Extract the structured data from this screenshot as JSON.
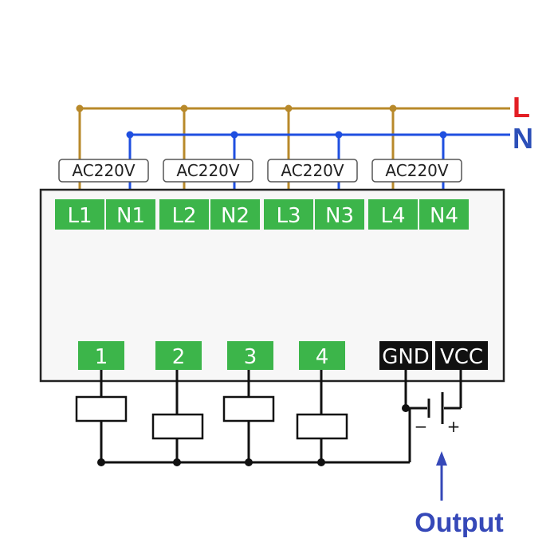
{
  "colors": {
    "live": "#B8892A",
    "neutral": "#1F4FE0",
    "terminal_green": "#3CB54A",
    "terminal_black": "#111111",
    "label_L": "#E31E24",
    "label_N": "#2C4FB8",
    "output": "#3548B8"
  },
  "bus_labels": {
    "L": "L",
    "N": "N"
  },
  "supply_labels": [
    "AC220V",
    "AC220V",
    "AC220V",
    "AC220V"
  ],
  "top_terminals": [
    "L1",
    "N1",
    "L2",
    "N2",
    "L3",
    "N3",
    "L4",
    "N4"
  ],
  "output_terminals": [
    "1",
    "2",
    "3",
    "4"
  ],
  "power_terminals": [
    "GND",
    "VCC"
  ],
  "polarity": {
    "minus": "−",
    "plus": "+"
  },
  "output_label": "Output"
}
